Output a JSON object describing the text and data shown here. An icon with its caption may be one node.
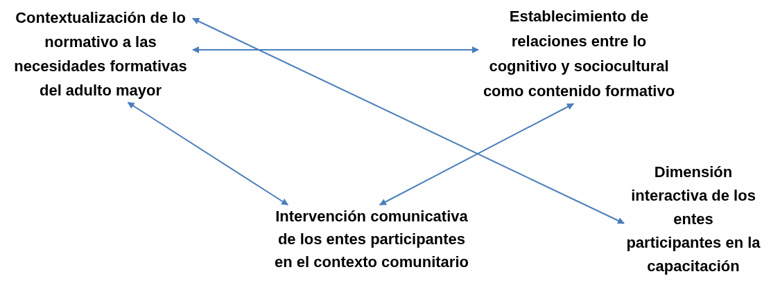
{
  "diagram": {
    "nodes": [
      {
        "text": [
          "Contextualización de lo normativo a las necesidades formativas del adulto mayor"
        ]
      },
      {
        "text": [
          "Establecimiento de relaciones entre lo cognitivo y sociocultural como contenido formativo"
        ]
      },
      {
        "text": [
          "Intervención comunicativa de los entes participantes en el contexto comunitario"
        ]
      },
      {
        "text": [
          "Dimensión interactiva de los entes participantes en la capacitación"
        ]
      }
    ],
    "edges": [
      {
        "from": 0,
        "to": 1,
        "arrow": "both"
      },
      {
        "from": 0,
        "to": 2,
        "arrow": "both"
      },
      {
        "from": 1,
        "to": 2,
        "arrow": "both"
      },
      {
        "from": 0,
        "to": 3,
        "arrow": "both"
      }
    ]
  }
}
